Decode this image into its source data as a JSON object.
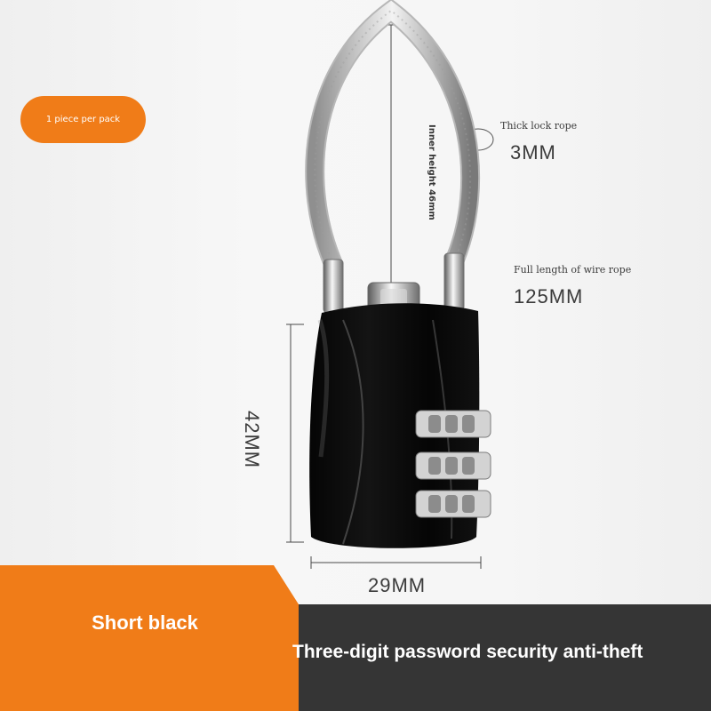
{
  "pill": {
    "text": "1 piece per pack"
  },
  "labels": {
    "thick_rope_label": "Thick lock rope",
    "thick_rope_value": "3MM",
    "full_length_label": "Full length of wire rope",
    "full_length_value": "125MM",
    "inner_height": "Inner height 46mm",
    "height_value": "42MM",
    "width_value": "29MM"
  },
  "footer": {
    "variant": "Short black",
    "description": "Three-digit password security anti-theft"
  }
}
